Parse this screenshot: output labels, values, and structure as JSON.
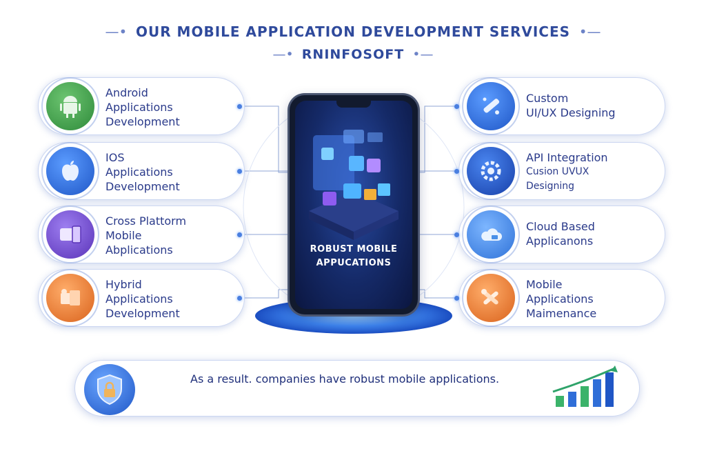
{
  "header": {
    "title": "OUR MOBILE APPLICATION DEVELOPMENT SERVICES",
    "subtitle": "RNINFOSOFT"
  },
  "left_services": [
    {
      "lines": [
        "Android",
        "Applications",
        "Development"
      ],
      "icon": "android-icon",
      "color": "#3e9a46"
    },
    {
      "lines": [
        "IOS",
        "Applications",
        "Development"
      ],
      "icon": "apple-icon",
      "color": "#2f6ed8"
    },
    {
      "lines": [
        "Cross Plattorm",
        "Mobile",
        "Abplications"
      ],
      "icon": "devices-icon",
      "color": "#7b4fd0"
    },
    {
      "lines": [
        "Hybrid",
        "Applications",
        "Development"
      ],
      "icon": "tools-icon",
      "color": "#e27a2c"
    }
  ],
  "right_services": [
    {
      "lines": [
        "Custom",
        "UI/UX Designing"
      ],
      "icon": "design-tools-icon",
      "color": "#2f6ed8"
    },
    {
      "lines": [
        "API Integration",
        "Cusion UVUX",
        "Designing"
      ],
      "icon": "gear-icon",
      "color": "#1f58c8"
    },
    {
      "lines": [
        "Cloud Based",
        "Applicanons"
      ],
      "icon": "cloud-icon",
      "color": "#4a90e8"
    },
    {
      "lines": [
        "Mobile",
        "Applications",
        "Maimenance"
      ],
      "icon": "wrench-icon",
      "color": "#e27a2c"
    }
  ],
  "phone": {
    "label_line1": "ROBUST MOBILE",
    "label_line2": "APPUCATIONS"
  },
  "footer": {
    "text": "As a result. companies have robust mobile applications."
  }
}
